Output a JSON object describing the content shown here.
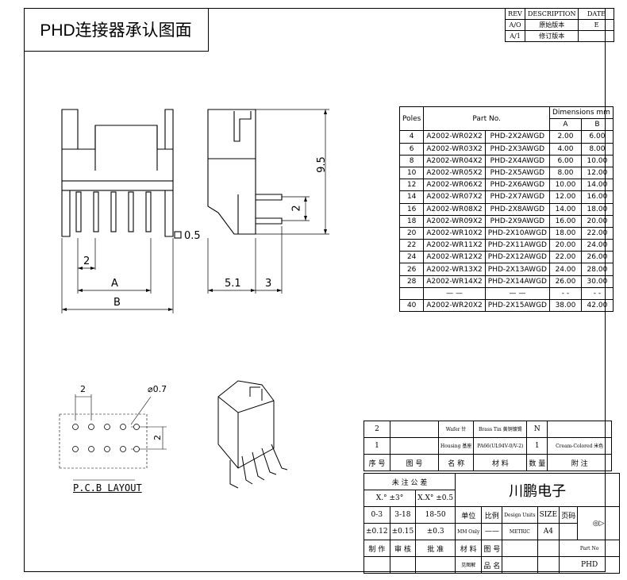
{
  "title": "PHD连接器承认图面",
  "revision": {
    "headers": [
      "REV",
      "DESCRIPTION",
      "DATE"
    ],
    "rows": [
      [
        "A/O",
        "原始版本",
        "E"
      ],
      [
        "A/1",
        "修订版本",
        ""
      ]
    ]
  },
  "dimensions": {
    "pitch": "2",
    "square": "0.5",
    "a": "A",
    "b": "B",
    "height": "9.5",
    "pin_spacing": "2",
    "depth": "5.1",
    "pin_length": "3"
  },
  "pcb": {
    "label": "P.C.B LAYOUT",
    "pitch": "2",
    "hole": "⌀0.7",
    "row_pitch": "2"
  },
  "parts_table": {
    "h_poles": "Poles",
    "h_partno": "Part No.",
    "h_dims": "Dimensions mm",
    "h_a": "A",
    "h_b": "B",
    "rows": [
      [
        "4",
        "A2002-WR02X2",
        "PHD-2X2AWGD",
        "2.00",
        "6.00"
      ],
      [
        "6",
        "A2002-WR03X2",
        "PHD-2X3AWGD",
        "4.00",
        "8.00"
      ],
      [
        "8",
        "A2002-WR04X2",
        "PHD-2X4AWGD",
        "6.00",
        "10.00"
      ],
      [
        "10",
        "A2002-WR05X2",
        "PHD-2X5AWGD",
        "8.00",
        "12.00"
      ],
      [
        "12",
        "A2002-WR06X2",
        "PHD-2X6AWGD",
        "10.00",
        "14.00"
      ],
      [
        "14",
        "A2002-WR07X2",
        "PHD-2X7AWGD",
        "12.00",
        "16.00"
      ],
      [
        "16",
        "A2002-WR08X2",
        "PHD-2X8AWGD",
        "14.00",
        "18.00"
      ],
      [
        "18",
        "A2002-WR09X2",
        "PHD-2X9AWGD",
        "16.00",
        "20.00"
      ],
      [
        "20",
        "A2002-WR10X2",
        "PHD-2X10AWGD",
        "18.00",
        "22.00"
      ],
      [
        "22",
        "A2002-WR11X2",
        "PHD-2X11AWGD",
        "20.00",
        "24.00"
      ],
      [
        "24",
        "A2002-WR12X2",
        "PHD-2X12AWGD",
        "22.00",
        "26.00"
      ],
      [
        "26",
        "A2002-WR13X2",
        "PHD-2X13AWGD",
        "24.00",
        "28.00"
      ],
      [
        "28",
        "A2002-WR14X2",
        "PHD-2X14AWGD",
        "26.00",
        "30.00"
      ],
      [
        "",
        "— —",
        "— —",
        "- -",
        "- -"
      ],
      [
        "40",
        "A2002-WR20X2",
        "PHD-2X15AWGD",
        "38.00",
        "42.00"
      ]
    ]
  },
  "title_block": {
    "r2_no": "2",
    "r2_name": "Wafer 针",
    "r2_mat": "Brass Tin 黄铜镀锡",
    "r2_qty": "N",
    "r1_no": "1",
    "r1_name": "Housing 基座",
    "r1_mat": "PA66(UL94V-0/V-2)",
    "r1_qty": "1",
    "r1_note": "Cream-Colored 米色",
    "h_no": "序 号",
    "h_fig": "图 号",
    "h_name": "名 称",
    "h_mat": "材 料",
    "h_qty": "数 量",
    "h_note": "附 注",
    "tol_title": "未 注 公 差",
    "tol_angle": "X.° ±3°",
    "tol_x": "X.X° ±0.5",
    "company": "川鹏电子",
    "r_03": "0-3",
    "r_318": "3-18",
    "r_1850": "18-50",
    "unit": "单位",
    "scale": "比例",
    "design_units": "Design Units",
    "size": "SIZE",
    "page": "页码",
    "t1": "±0.12",
    "t2": "±0.15",
    "t3": "±0.3",
    "mm_only": "MM Only",
    "dash": "——",
    "metric": "METRIC",
    "a4": "A4",
    "make": "制 作",
    "check": "审 核",
    "approve": "批 准",
    "material": "材 料",
    "fig_no": "图 号",
    "part_no": "Part No",
    "see_fig": "见图解",
    "product_name": "品 名",
    "product": "PHD"
  }
}
